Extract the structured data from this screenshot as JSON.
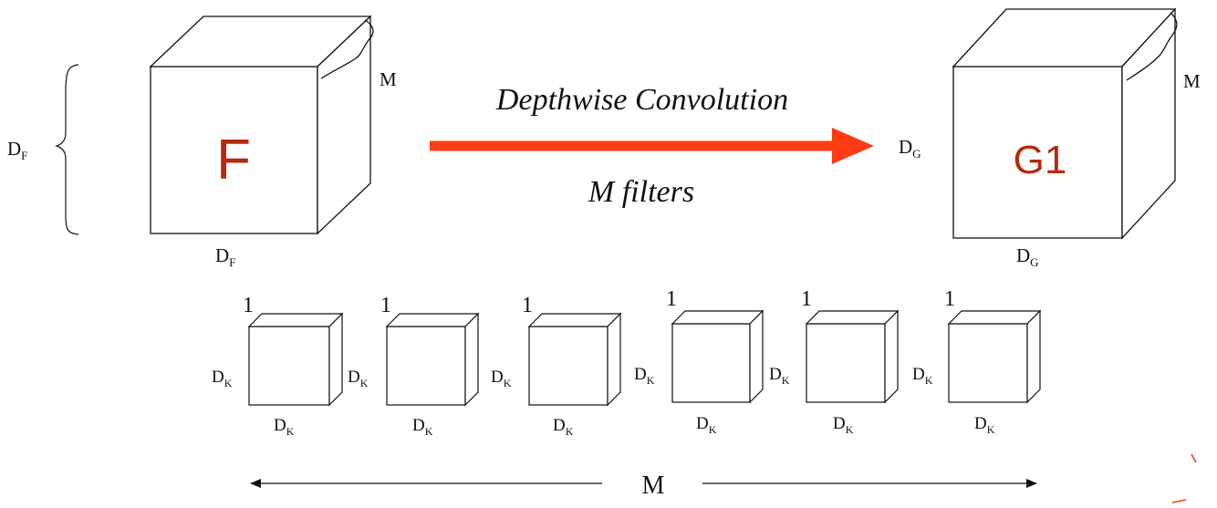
{
  "input": {
    "letter": "F",
    "height_label": "D",
    "height_sub": "F",
    "width_label": "D",
    "width_sub": "F",
    "depth_label": "M"
  },
  "operation": {
    "title": "Depthwise Convolution",
    "subtitle": "M filters"
  },
  "output": {
    "letter": "G1",
    "height_label": "D",
    "height_sub": "G",
    "width_label": "D",
    "width_sub": "G",
    "depth_label": "M"
  },
  "filters": {
    "count_label": "M",
    "items": [
      {
        "depth": "1",
        "h": "D",
        "h_sub": "K",
        "w": "D",
        "w_sub": "K"
      },
      {
        "depth": "1",
        "h": "D",
        "h_sub": "K",
        "w": "D",
        "w_sub": "K"
      },
      {
        "depth": "1",
        "h": "D",
        "h_sub": "K",
        "w": "D",
        "w_sub": "K"
      },
      {
        "depth": "1",
        "h": "D",
        "h_sub": "K",
        "w": "D",
        "w_sub": "K"
      },
      {
        "depth": "1",
        "h": "D",
        "h_sub": "K",
        "w": "D",
        "w_sub": "K"
      },
      {
        "depth": "1",
        "h": "D",
        "h_sub": "K",
        "w": "D",
        "w_sub": "K"
      }
    ]
  },
  "colors": {
    "letter": "#b52a10",
    "arrow": "#ff3b14"
  }
}
